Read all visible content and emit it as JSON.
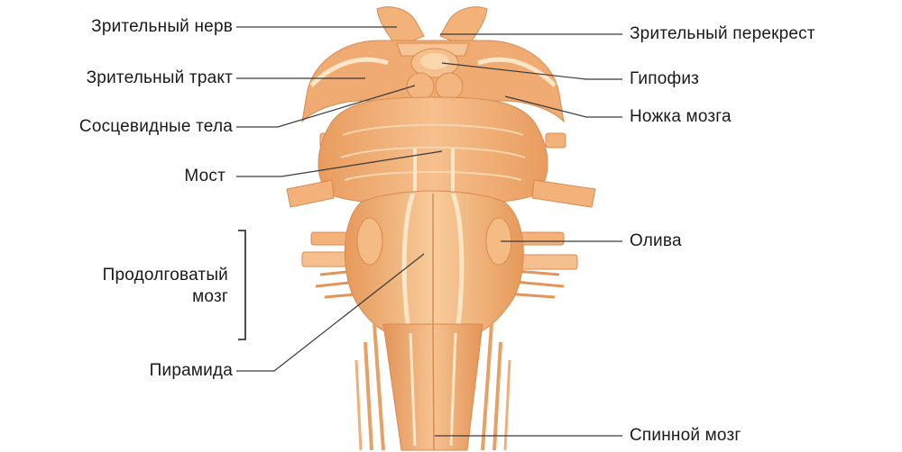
{
  "labels": {
    "left": {
      "optic_nerve": "Зрительный нерв",
      "optic_tract": "Зрительный тракт",
      "mammillary_bodies": "Сосцевидные тела",
      "pons": "Мост",
      "medulla_line1": "Продолговатый",
      "medulla_line2": "мозг",
      "pyramid": "Пирамида"
    },
    "right": {
      "optic_chiasm": "Зрительный перекрест",
      "pituitary": "Гипофиз",
      "cerebral_peduncle": "Ножка мозга",
      "olive": "Олива",
      "spinal_cord": "Спинной мозг"
    }
  },
  "colors": {
    "tissue_base": "#f2b27a",
    "tissue_light": "#f8cfa0",
    "tissue_dark": "#d98a4f",
    "tissue_highlight": "#fde6c8",
    "line": "#3a3a3a",
    "text": "#1a1a1a"
  }
}
